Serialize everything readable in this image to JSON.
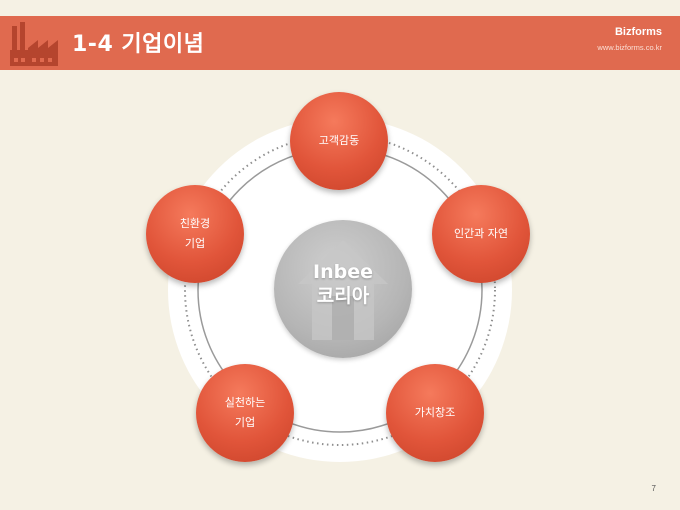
{
  "header": {
    "title": "1-4 기업이념",
    "brand": "Bizforms",
    "brand_url": "www.bizforms.co.kr"
  },
  "diagram": {
    "center_label": "Inbee\n코리아",
    "nodes": [
      {
        "label": "고객감동"
      },
      {
        "label": "인간과 자연"
      },
      {
        "label": "가치창조"
      },
      {
        "label": "실천하는\n기업"
      },
      {
        "label": "친환경\n기업"
      }
    ]
  },
  "footer": {
    "page_number": "7"
  },
  "colors": {
    "header_bg": "#e06a4f",
    "node": "#e1553a",
    "center": "#b5b5b5",
    "background": "#f5f1e4"
  }
}
